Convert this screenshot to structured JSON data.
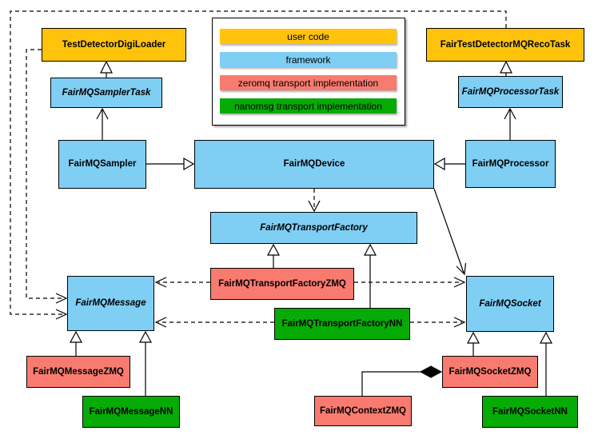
{
  "colors": {
    "user-code": "#FFC30B",
    "framework": "#7FCEF4",
    "zeromq": "#F97B70",
    "nanomsg": "#06AB06"
  },
  "legend": {
    "items": [
      {
        "label": "user code",
        "color_key": "user-code"
      },
      {
        "label": "framework",
        "color_key": "framework"
      },
      {
        "label": "zeromq transport implementation",
        "color_key": "zeromq"
      },
      {
        "label": "nanomsg transport implementation",
        "color_key": "nanomsg"
      }
    ]
  },
  "nodes": {
    "test_detector_digi_loader": "TestDetectorDigiLoader",
    "fair_test_detector_mq_reco_task": "FairTestDetectorMQRecoTask",
    "fairmq_sampler_task": "FairMQSamplerTask",
    "fairmq_processor_task": "FairMQProcessorTask",
    "fairmq_sampler": "FairMQSampler",
    "fairmq_device": "FairMQDevice",
    "fairmq_processor": "FairMQProcessor",
    "fairmq_transport_factory": "FairMQTransportFactory",
    "fairmq_transport_factory_zmq": "FairMQTransportFactoryZMQ",
    "fairmq_transport_factory_nn": "FairMQTransportFactoryNN",
    "fairmq_message": "FairMQMessage",
    "fairmq_socket": "FairMQSocket",
    "fairmq_message_zmq": "FairMQMessageZMQ",
    "fairmq_message_nn": "FairMQMessageNN",
    "fairmq_socket_zmq": "FairMQSocketZMQ",
    "fairmq_socket_nn": "FairMQSocketNN",
    "fairmq_context_zmq": "FairMQContextZMQ"
  }
}
